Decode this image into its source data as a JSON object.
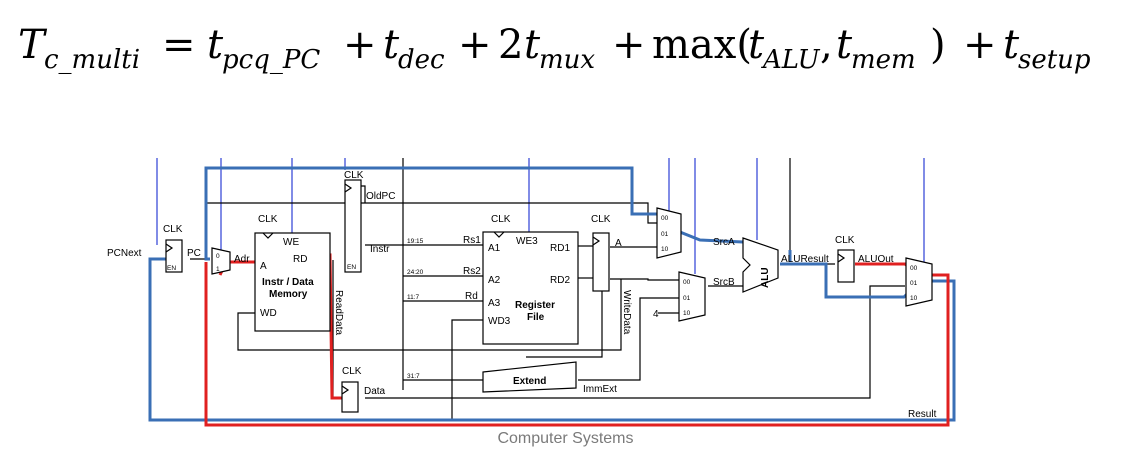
{
  "equation": {
    "lhs_var": "T",
    "lhs_sub": "c_multi",
    "terms": [
      {
        "coef": "",
        "var": "t",
        "sub": "pcq_PC"
      },
      {
        "coef": "",
        "var": "t",
        "sub": "dec"
      },
      {
        "coef": "2",
        "var": "t",
        "sub": "mux"
      }
    ],
    "max_label": "max(",
    "max_args": [
      {
        "var": "t",
        "sub": "ALU"
      },
      {
        "var": "t",
        "sub": "mem"
      }
    ],
    "max_close": ")",
    "last": {
      "var": "t",
      "sub": "setup"
    }
  },
  "diagram": {
    "labels": {
      "pcnext": "PCNext",
      "pc": "PC",
      "clk": "CLK",
      "en": "EN",
      "adr": "Adr",
      "we": "WE",
      "rd": "RD",
      "a": "A",
      "mem_title_1": "Instr / Data",
      "mem_title_2": "Memory",
      "wd": "WD",
      "readdata": "ReadData",
      "oldpc": "OldPC",
      "instr": "Instr",
      "data": "Data",
      "bits_1915": "19:15",
      "bits_2420": "24:20",
      "bits_117": "11:7",
      "bits_317": "31:7",
      "rs1": "Rs1",
      "rs2": "Rs2",
      "rdreg": "Rd",
      "a1": "A1",
      "a2": "A2",
      "a3": "A3",
      "wd3": "WD3",
      "we3": "WE3",
      "rd1": "RD1",
      "rd2": "RD2",
      "reg_1": "Register",
      "reg_2": "File",
      "extend": "Extend",
      "immext": "ImmExt",
      "writedata": "WriteData",
      "srca": "SrcA",
      "srcb": "SrcB",
      "alu": "ALU",
      "aluresult": "ALUResult",
      "aluout": "ALUOut",
      "result": "Result",
      "four": "4",
      "m00": "00",
      "m01": "01",
      "m10": "10",
      "m0": "0",
      "m1": "1"
    }
  },
  "footer": "Computer Systems"
}
